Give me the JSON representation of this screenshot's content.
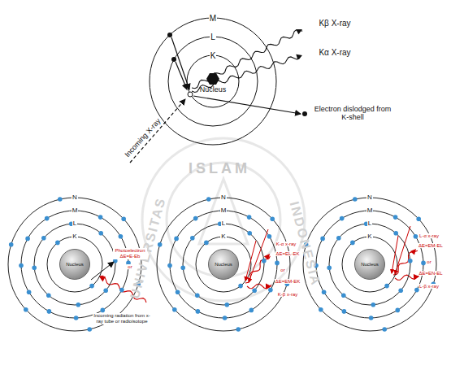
{
  "diagram": {
    "nodes": [
      {
        "text": [
          "Nucleus"
        ]
      },
      {
        "text": [
          "Nucleus"
        ]
      },
      {
        "text": [
          "Nucleus"
        ]
      },
      {
        "text": [
          "Nucleus"
        ]
      }
    ],
    "labels": [
      "M",
      "L",
      "K",
      "Kβ X-ray",
      "Kα X-ray",
      "Electron dislodged from K-shell",
      "Incoming X-ray",
      "ISLAM",
      "UNIVERSITAS",
      "INDONESIA",
      "N",
      "M",
      "L",
      "K",
      "N",
      "M",
      "L",
      "K",
      "N",
      "M",
      "L",
      "K",
      "Photoelectron ΔE=E-Eb",
      "or",
      "Incoming radiation from x-ray tube or radioisotope",
      "K-α x-ray",
      "ΔE=EL-EK",
      "or",
      "ΔE=EM-EK",
      "K-β x-ray",
      "L-α x-ray",
      "ΔE=EM-EL",
      "or",
      "ΔE=EN-EL",
      "L-β x-ray"
    ]
  }
}
